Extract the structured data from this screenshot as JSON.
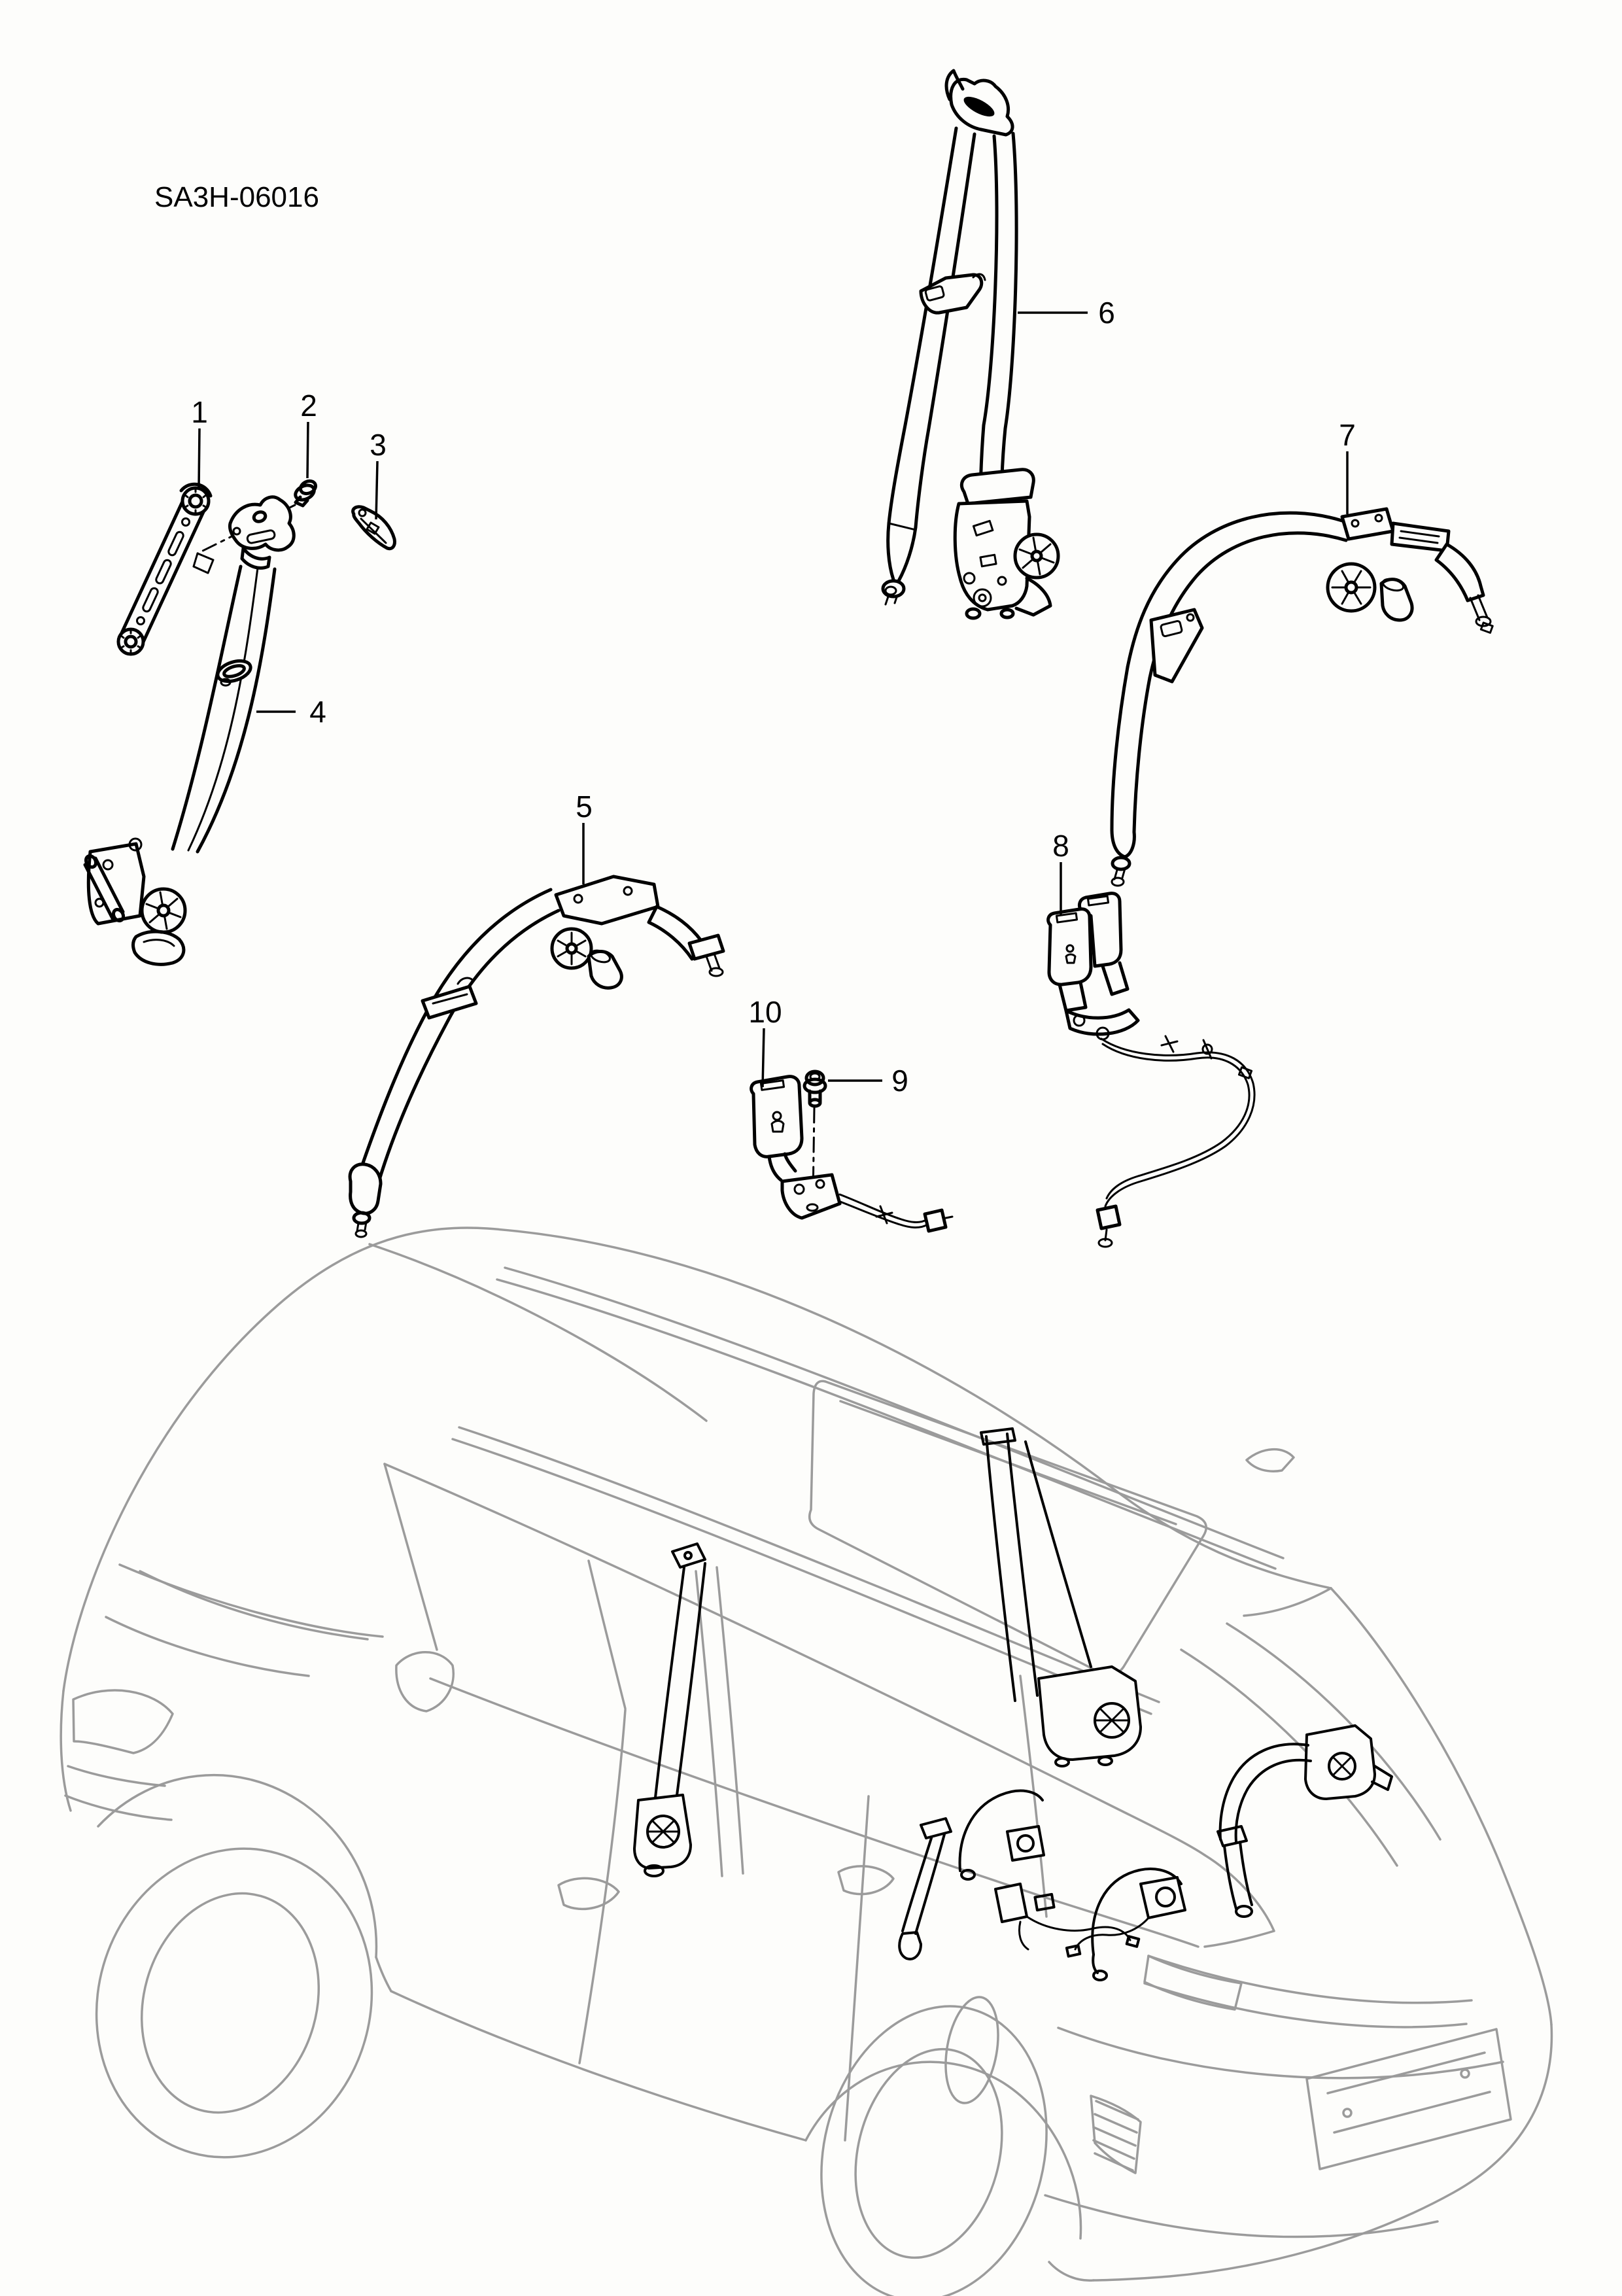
{
  "page": {
    "code": "SA3H-06016",
    "colors": {
      "background": "#fdfdfb",
      "part_lines": "#000000",
      "vehicle_lines": "#9b9b9b"
    },
    "callouts": [
      {
        "num": "1"
      },
      {
        "num": "2"
      },
      {
        "num": "3"
      },
      {
        "num": "4"
      },
      {
        "num": "5"
      },
      {
        "num": "6"
      },
      {
        "num": "7"
      },
      {
        "num": "8"
      },
      {
        "num": "9"
      },
      {
        "num": "10"
      }
    ]
  }
}
